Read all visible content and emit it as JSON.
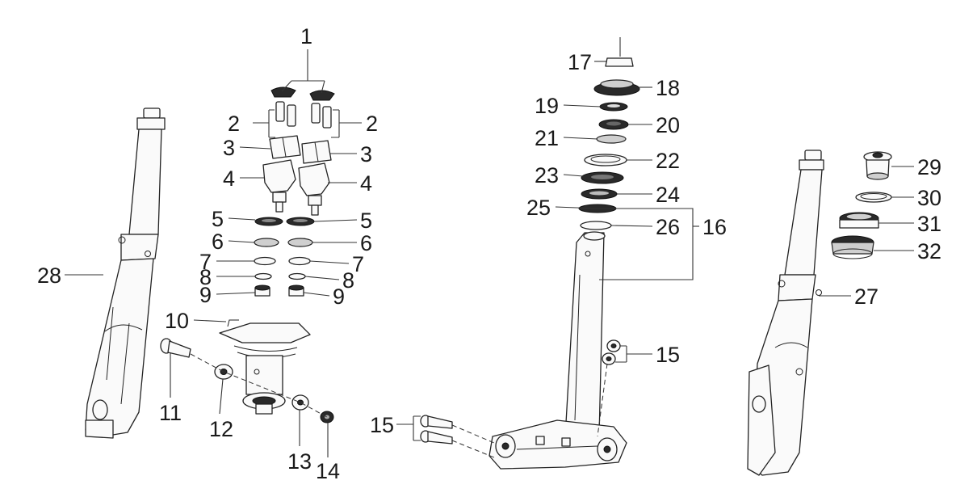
{
  "callouts": [
    {
      "id": "c1",
      "text": "1"
    },
    {
      "id": "c2l",
      "text": "2"
    },
    {
      "id": "c2r",
      "text": "2"
    },
    {
      "id": "c3l",
      "text": "3"
    },
    {
      "id": "c3r",
      "text": "3"
    },
    {
      "id": "c4l",
      "text": "4"
    },
    {
      "id": "c4r",
      "text": "4"
    },
    {
      "id": "c5l",
      "text": "5"
    },
    {
      "id": "c5r",
      "text": "5"
    },
    {
      "id": "c6l",
      "text": "6"
    },
    {
      "id": "c6r",
      "text": "6"
    },
    {
      "id": "c7l",
      "text": "7"
    },
    {
      "id": "c7r",
      "text": "7"
    },
    {
      "id": "c8l",
      "text": "8"
    },
    {
      "id": "c8r",
      "text": "8"
    },
    {
      "id": "c9l",
      "text": "9"
    },
    {
      "id": "c9r",
      "text": "9"
    },
    {
      "id": "c10",
      "text": "10"
    },
    {
      "id": "c11",
      "text": "11"
    },
    {
      "id": "c12",
      "text": "12"
    },
    {
      "id": "c13",
      "text": "13"
    },
    {
      "id": "c14",
      "text": "14"
    },
    {
      "id": "c15a",
      "text": "15"
    },
    {
      "id": "c15b",
      "text": "15"
    },
    {
      "id": "c16",
      "text": "16"
    },
    {
      "id": "c17",
      "text": "17"
    },
    {
      "id": "c18",
      "text": "18"
    },
    {
      "id": "c19",
      "text": "19"
    },
    {
      "id": "c20",
      "text": "20"
    },
    {
      "id": "c21",
      "text": "21"
    },
    {
      "id": "c22",
      "text": "22"
    },
    {
      "id": "c23",
      "text": "23"
    },
    {
      "id": "c24",
      "text": "24"
    },
    {
      "id": "c25",
      "text": "25"
    },
    {
      "id": "c26",
      "text": "26"
    },
    {
      "id": "c27",
      "text": "27"
    },
    {
      "id": "c28",
      "text": "28"
    },
    {
      "id": "c29",
      "text": "29"
    },
    {
      "id": "c30",
      "text": "30"
    },
    {
      "id": "c31",
      "text": "31"
    },
    {
      "id": "c32",
      "text": "32"
    }
  ]
}
